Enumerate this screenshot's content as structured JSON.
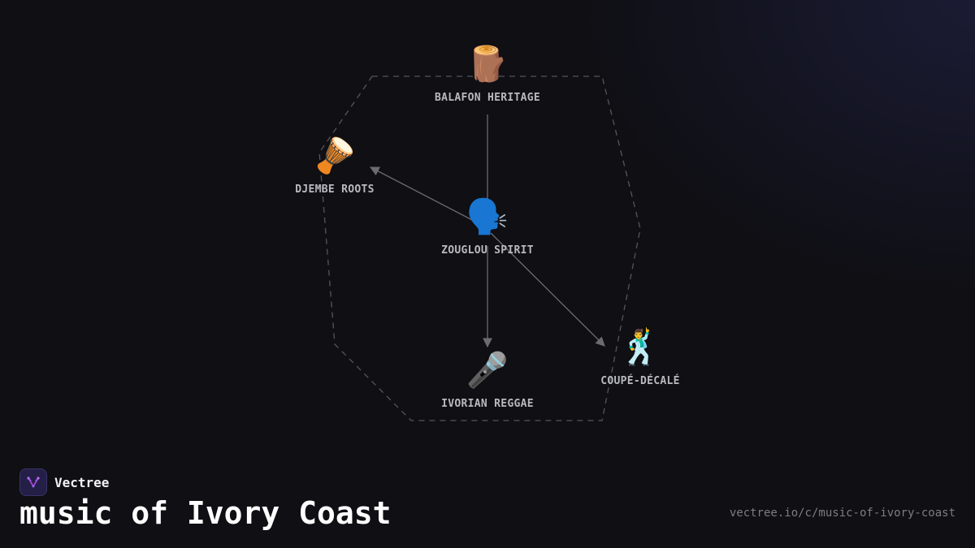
{
  "brand": {
    "name": "Vectree",
    "logo_icon": "vectree-logo-icon",
    "logo_color": "#b04be0"
  },
  "page": {
    "title": "music of Ivory Coast",
    "url": "vectree.io/c/music-of-ivory-coast"
  },
  "colors": {
    "background": "#0f0f14",
    "edge": "#6b6b72",
    "cluster_outline": "#55555c",
    "label": "#b9b9c0"
  },
  "nodes": [
    {
      "id": "balafon",
      "label": "BALAFON HERITAGE",
      "emoji": "🪵",
      "icon": "wood-log-icon"
    },
    {
      "id": "djembe",
      "label": "DJEMBE ROOTS",
      "emoji": "🪘",
      "icon": "drum-icon"
    },
    {
      "id": "zouglou",
      "label": "ZOUGLOU SPIRIT",
      "emoji": "🗣️",
      "icon": "speaking-head-icon"
    },
    {
      "id": "reggae",
      "label": "IVORIAN REGGAE",
      "emoji": "🎤",
      "icon": "microphone-icon"
    },
    {
      "id": "coupe",
      "label": "COUPÉ-DÉCALÉ",
      "emoji": "🕺",
      "icon": "dancer-icon"
    }
  ],
  "edges": [
    {
      "from": "balafon",
      "to": "zouglou",
      "arrow": false
    },
    {
      "from": "zouglou",
      "to": "djembe",
      "arrow": true
    },
    {
      "from": "zouglou",
      "to": "reggae",
      "arrow": true
    },
    {
      "from": "zouglou",
      "to": "coupe",
      "arrow": true
    }
  ]
}
